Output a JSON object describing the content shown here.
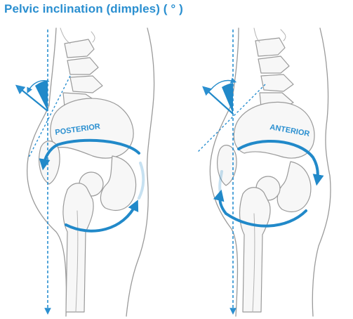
{
  "title": "Pelvic inclination (dimples) ( ° )",
  "panels": [
    {
      "label": "POSTERIOR"
    },
    {
      "label": "ANTERIOR"
    }
  ],
  "colors": {
    "accent": "#2a8fd0",
    "outline": "#9a9a9a"
  }
}
